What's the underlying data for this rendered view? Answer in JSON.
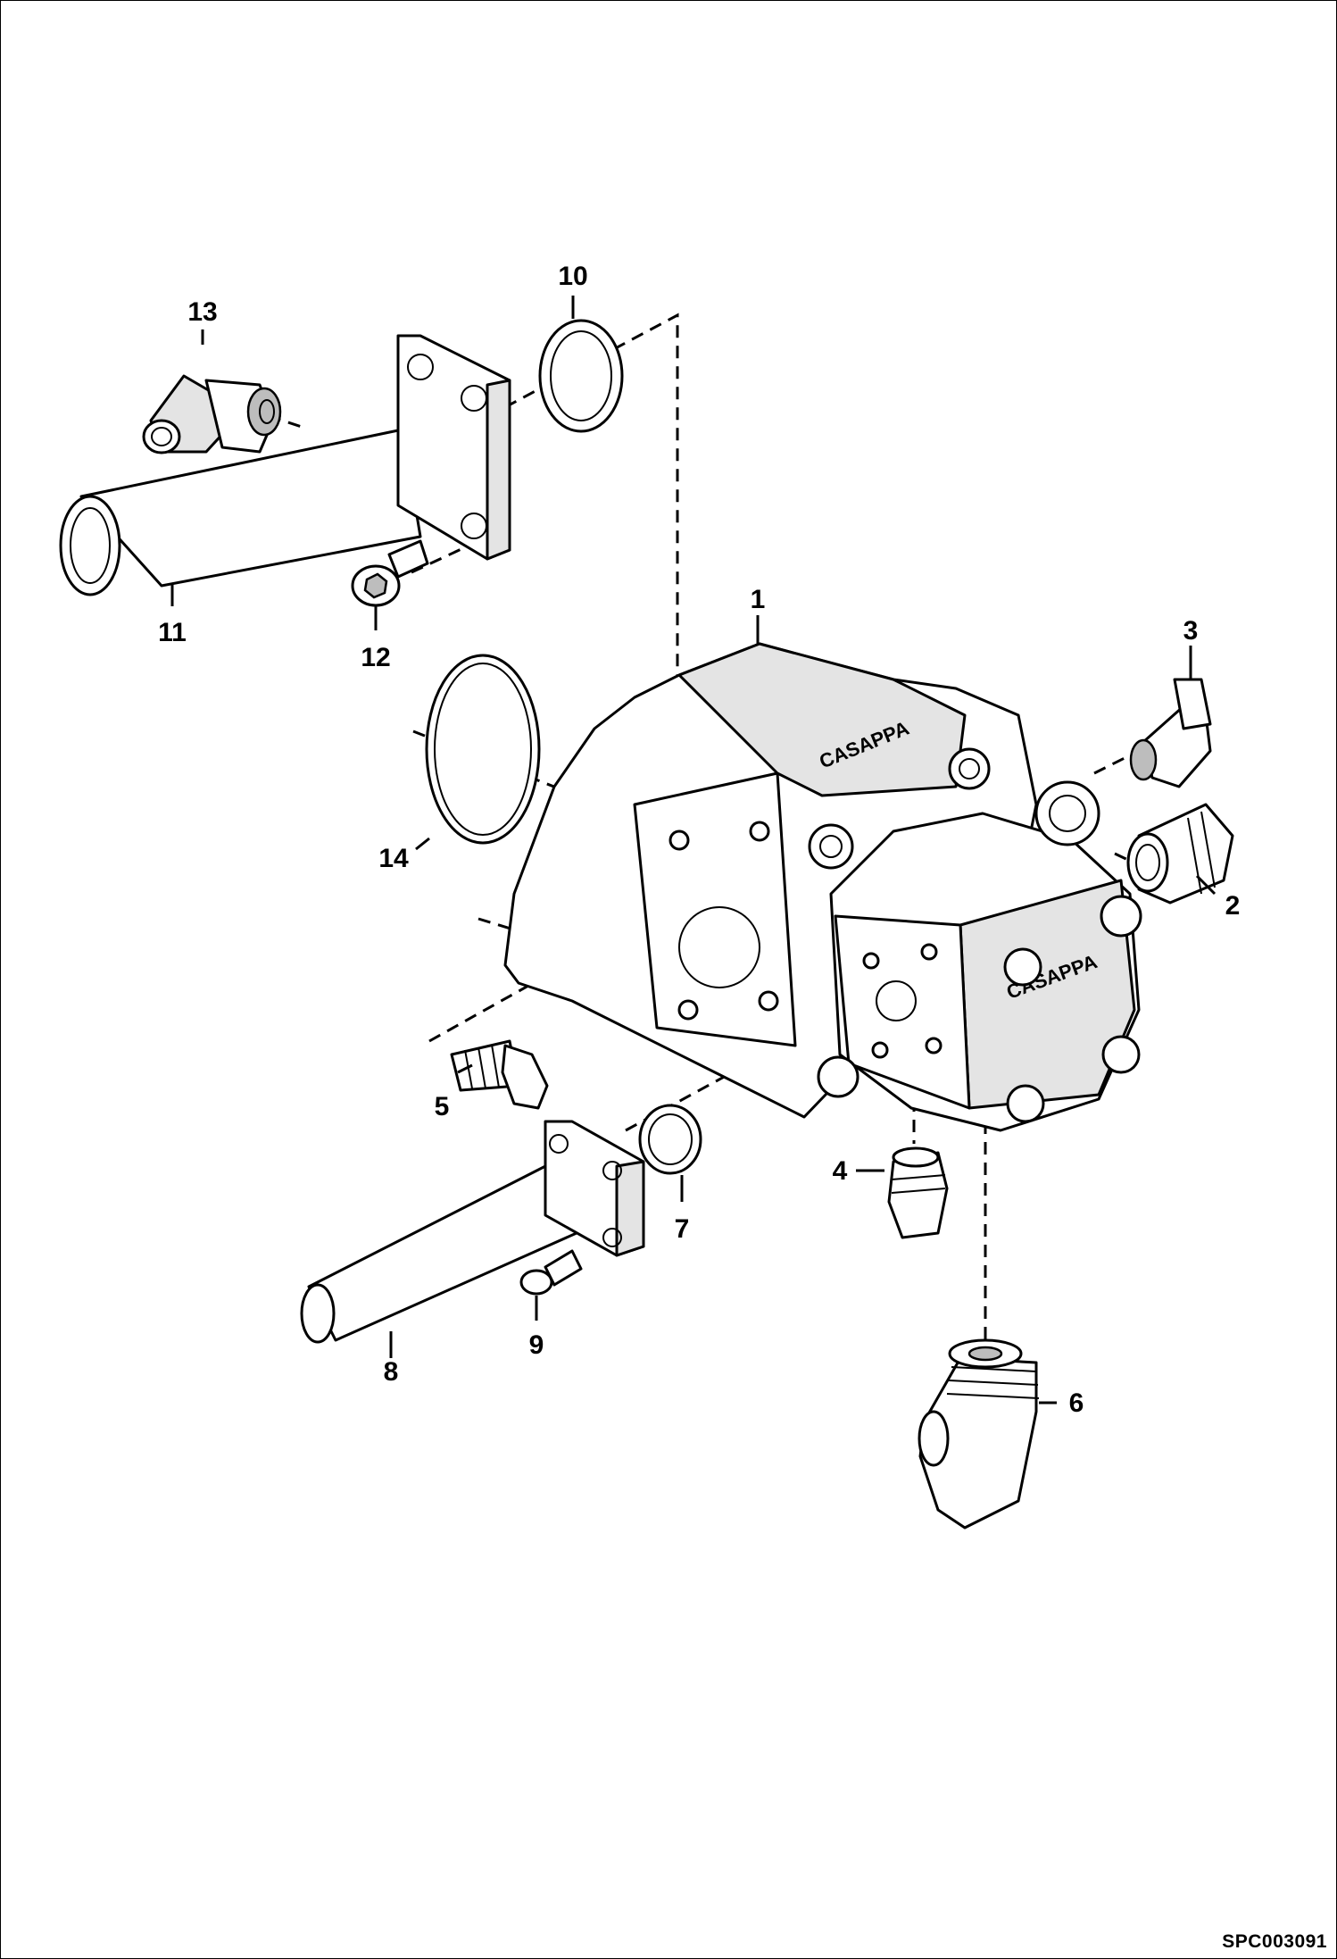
{
  "drawing_code": "SPC003091",
  "pump_labels": {
    "upper_housing": "CASAPPA",
    "front_housing": "CASAPPA"
  },
  "callouts": [
    {
      "id": "1",
      "label": "1"
    },
    {
      "id": "2",
      "label": "2"
    },
    {
      "id": "3",
      "label": "3"
    },
    {
      "id": "4",
      "label": "4"
    },
    {
      "id": "5",
      "label": "5"
    },
    {
      "id": "6",
      "label": "6"
    },
    {
      "id": "7",
      "label": "7"
    },
    {
      "id": "8",
      "label": "8"
    },
    {
      "id": "9",
      "label": "9"
    },
    {
      "id": "10",
      "label": "10"
    },
    {
      "id": "11",
      "label": "11"
    },
    {
      "id": "12",
      "label": "12"
    },
    {
      "id": "13",
      "label": "13"
    },
    {
      "id": "14",
      "label": "14"
    }
  ]
}
